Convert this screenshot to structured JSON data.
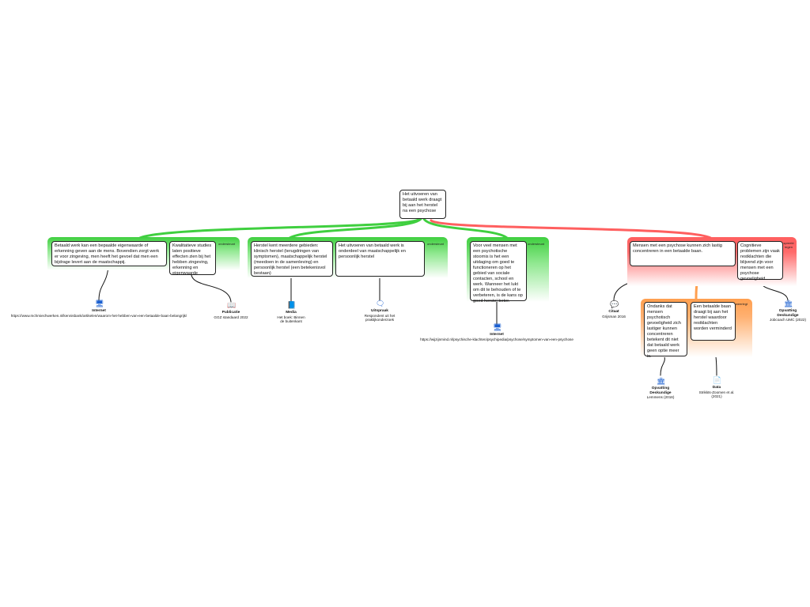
{
  "root": "Het uitvoeren van betaald werk draagt bij aan het herstel na een psychose",
  "relations": {
    "support": "ondersteunt",
    "oppose": "spreekt tegen",
    "rebut": "weerlegt"
  },
  "colors": {
    "support": "#3fcf3f",
    "oppose": "#ff5f5f",
    "rebut": "#ff9f4f"
  },
  "claims": {
    "a": "Betaald werk kan een bepaalde eigenwaarde of erkenning geven aan de mens. Bovendien zorgt werk er voor zingeving, men heeft het gevoel dat men een bijdrage levert aan de maatschappij.",
    "b": "Kwalitatieve studies laten  positieve effecten zien bij het hebben zingeving, erkenning en eigenwaarde",
    "c": "Herstel kent meerdere gebieden: klinisch herstel (terugdringen van symptomen), maatschappelijk herstel (meedoen in de samenleving) en persoonlijk herstel (een betekenisvol bestaan)",
    "d": "Het uitvoeren van betaald werk is onderdeel van maatschappelijk en persoonlijk herstel",
    "e": "Voor veel mensen met een psychotische stoornis is het een uitdaging om goed te functioneren op het gebied van sociale contacten, school en werk. Wanneer het lukt om dit te behouden of te verbeteren, is de kans op goed herstel beter.",
    "f": "Mensen met een psychose kunnen zich lastig concentreren in een betaalde baan.",
    "g": "Cognitieve problemen zijn vaak restklachten die blijvend zijn voor mensen met een psychose gevoeligheid.",
    "h": "Ondanks dat mensen psychotisch gevoeligheid zich lastiger kunnen concentreren betekent dit niet dat betaald werk geen optie meer is.",
    "i": "Een betaalde baan draagt bij aan het herstel waardoor restklachten worden verminderd"
  },
  "sources": {
    "s1": {
      "type": "Internet",
      "text": "https://www.mchmiechwerken.nl/kennisbank/artikelen/waarom-het-hebben-van-een-betaalde-baan-belangrijk/"
    },
    "s2": {
      "type": "Publicatie",
      "text": "GGZ standaard 2022"
    },
    "s3": {
      "type": "Media",
      "text1": "Het boek: Binnen",
      "text2": "de buitenkant"
    },
    "s4": {
      "type": "Uitspraak",
      "text1": "Respondent uit het",
      "text2": "praktijkonderzoek"
    },
    "s5": {
      "type": "Internet",
      "text": "https://wijzijnmind.nl/psychische-klachten/psychipedia/psychose/symptomen-van-een-psychose"
    },
    "s6": {
      "type": "Citaat",
      "text": "Grijsman 2016"
    },
    "s7": {
      "type1": "Opvatting",
      "type2": "Deskundige",
      "text": "Jobcoach UMC (2022)"
    },
    "s8": {
      "type1": "Opvatting",
      "type2": "Deskundige",
      "text": "Lemmens (2016)"
    },
    "s9": {
      "type": "Data",
      "text1": "Strikkts-Zoomen et al.",
      "text2": "(2021)"
    }
  }
}
